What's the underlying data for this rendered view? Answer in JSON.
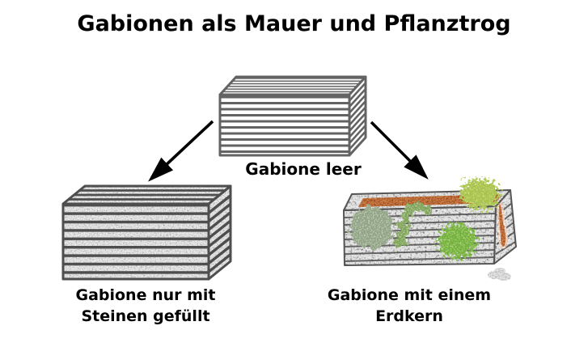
{
  "title": "Gabionen als Mauer und Pflanztrog",
  "nodes": {
    "empty": {
      "caption": "Gabione leer"
    },
    "stones": {
      "caption_line1": "Gabione nur mit",
      "caption_line2": "Steinen gefüllt"
    },
    "planter": {
      "caption_line1": "Gabione mit einem",
      "caption_line2": "Erdkern"
    }
  },
  "colors": {
    "wire_gray": "#636363",
    "mesh_dark": "#4e4e4e",
    "stone_base": "#c9c9c9",
    "earth_brown": "#9a3c1c",
    "bush_green": "#8fa387",
    "vine_green": "#7aa355",
    "fern_green": "#6fb13a",
    "lettuce_green": "#a7c24b",
    "arrow_black": "#000000"
  }
}
